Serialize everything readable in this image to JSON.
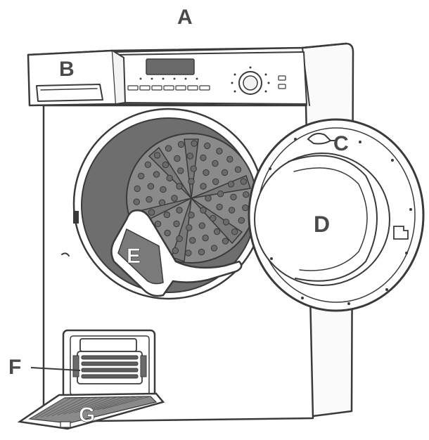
{
  "diagram": {
    "labels": {
      "a": "A",
      "b": "B",
      "c": "C",
      "d": "D",
      "e": "E",
      "f": "F",
      "g": "G"
    }
  },
  "colors": {
    "ink": "#3a3a3a",
    "drum": "#7d7d7d",
    "drum_dark": "#5c5c5c",
    "label": "#4a4a4a",
    "paper": "#ffffff"
  }
}
